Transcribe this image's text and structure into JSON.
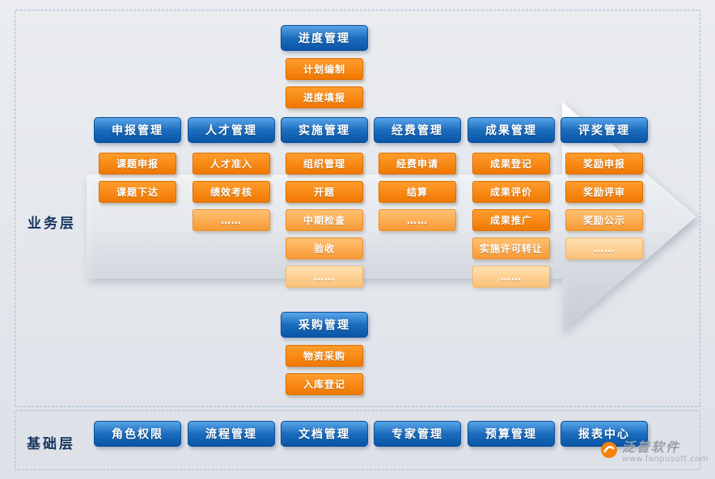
{
  "layers": {
    "business": {
      "label": "业务层",
      "top_column": {
        "header": "进度管理",
        "items": [
          {
            "label": "计划编制",
            "tone": "lv1"
          },
          {
            "label": "进度填报",
            "tone": "lv1"
          }
        ]
      },
      "columns": [
        {
          "header": "申报管理",
          "items": [
            {
              "label": "课题申报",
              "tone": "lv1"
            },
            {
              "label": "课题下达",
              "tone": "lv1"
            }
          ]
        },
        {
          "header": "人才管理",
          "items": [
            {
              "label": "人才准入",
              "tone": "lv1"
            },
            {
              "label": "绩效考核",
              "tone": "lv1"
            },
            {
              "label": "……",
              "tone": "lv2"
            }
          ]
        },
        {
          "header": "实施管理",
          "items": [
            {
              "label": "组织管理",
              "tone": "lv1"
            },
            {
              "label": "开题",
              "tone": "lv1"
            },
            {
              "label": "中期检查",
              "tone": "lv2"
            },
            {
              "label": "验收",
              "tone": "lv2"
            },
            {
              "label": "……",
              "tone": "lv3"
            }
          ]
        },
        {
          "header": "经费管理",
          "items": [
            {
              "label": "经费申请",
              "tone": "lv1"
            },
            {
              "label": "结算",
              "tone": "lv1"
            },
            {
              "label": "……",
              "tone": "lv2"
            }
          ]
        },
        {
          "header": "成果管理",
          "items": [
            {
              "label": "成果登记",
              "tone": "lv1"
            },
            {
              "label": "成果评价",
              "tone": "lv1"
            },
            {
              "label": "成果推广",
              "tone": "lv1"
            },
            {
              "label": "实施许可转让",
              "tone": "lv2"
            },
            {
              "label": "……",
              "tone": "lv3"
            }
          ]
        },
        {
          "header": "评奖管理",
          "items": [
            {
              "label": "奖励申报",
              "tone": "lv1"
            },
            {
              "label": "奖励评审",
              "tone": "lv1"
            },
            {
              "label": "奖励公示",
              "tone": "lv2"
            },
            {
              "label": "……",
              "tone": "lv3"
            }
          ]
        }
      ],
      "bottom_column": {
        "header": "采购管理",
        "items": [
          {
            "label": "物资采购",
            "tone": "lv1"
          },
          {
            "label": "入库登记",
            "tone": "lv1"
          }
        ]
      }
    },
    "base": {
      "label": "基础层",
      "items": [
        {
          "label": "角色权限"
        },
        {
          "label": "流程管理"
        },
        {
          "label": "文档管理"
        },
        {
          "label": "专家管理"
        },
        {
          "label": "预算管理"
        },
        {
          "label": "报表中心"
        }
      ]
    }
  },
  "watermark": {
    "brand": "泛普软件",
    "url": "www.fanpusoft.com"
  },
  "colors": {
    "header_blue_top": "#58a5e7",
    "header_blue_bottom": "#0a55a6",
    "module_orange": "#f07800",
    "module_orange_soft": "#f79a35",
    "module_orange_softer": "#fbc27a",
    "panel_border": "#a3bddc",
    "background": "#e3e6eb",
    "layer_label_color": "#16355e"
  }
}
